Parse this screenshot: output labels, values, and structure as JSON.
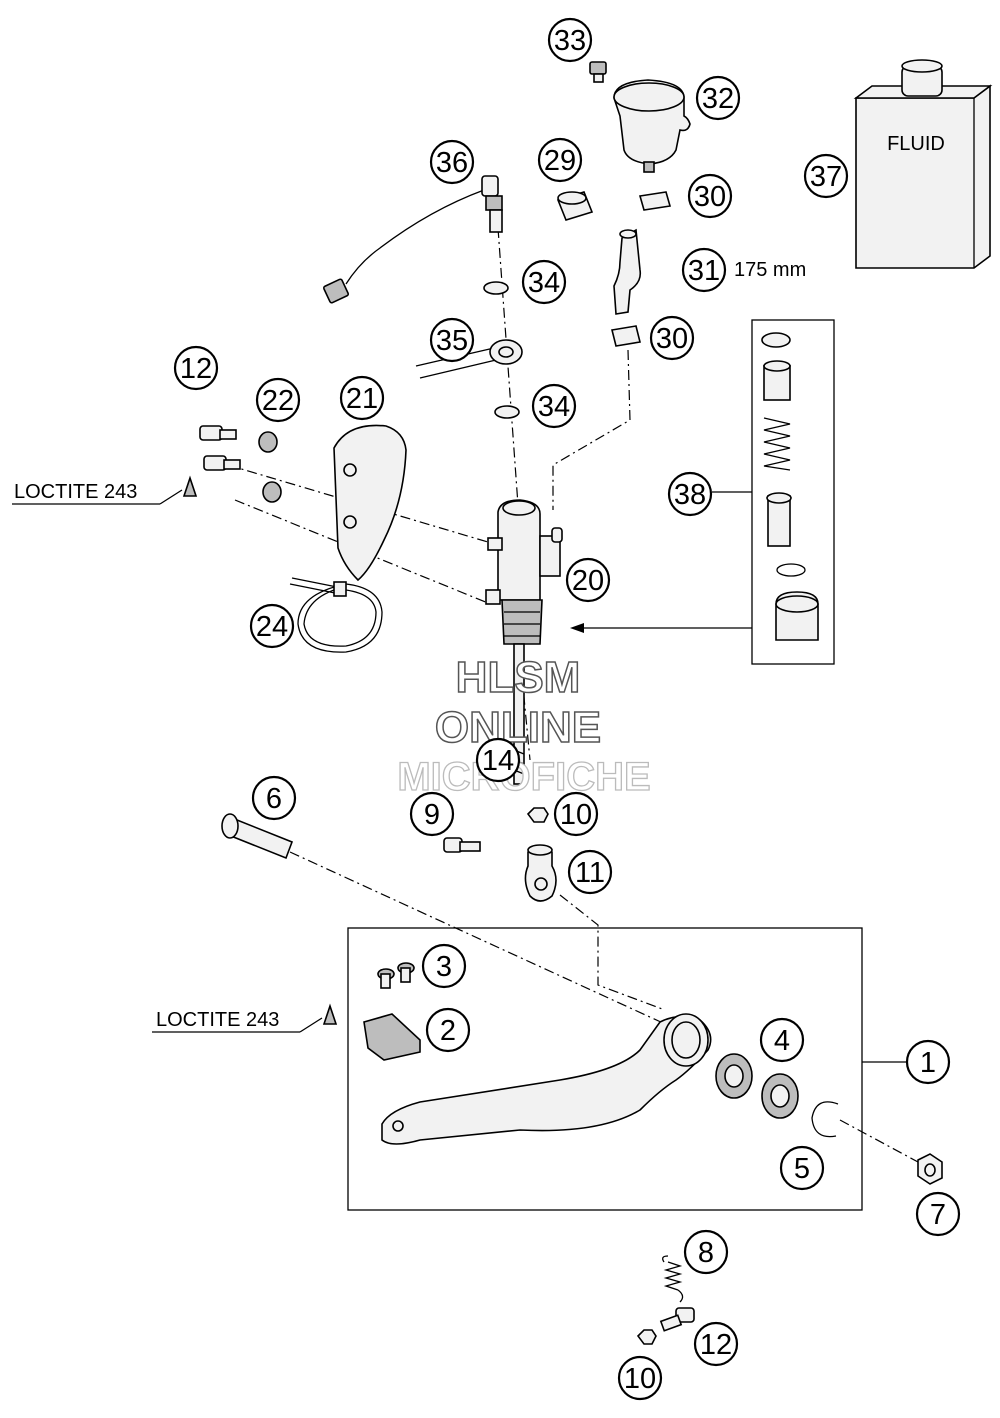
{
  "callouts": [
    "1",
    "2",
    "3",
    "4",
    "5",
    "6",
    "7",
    "8",
    "9",
    "10",
    "10",
    "11",
    "12",
    "12",
    "14",
    "20",
    "21",
    "22",
    "24",
    "29",
    "30",
    "30",
    "31",
    "32",
    "33",
    "34",
    "34",
    "35",
    "36",
    "37",
    "38"
  ],
  "labels": {
    "loctite_upper": "LOCTITE 243",
    "loctite_lower": "LOCTITE 243",
    "fluid": "FLUID",
    "hose_length": "175 mm"
  },
  "watermark": {
    "line1": "HLSM",
    "line2": "ONLINE",
    "line3": "MICROFICHE"
  }
}
